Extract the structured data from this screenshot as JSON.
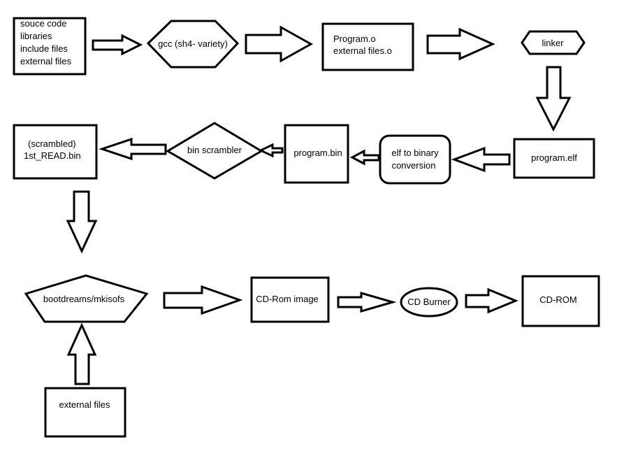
{
  "nodes": {
    "source": {
      "lines": [
        "souce code",
        "libraries",
        "include files",
        "external files"
      ]
    },
    "gcc": {
      "label": "gcc (sh4- variety)"
    },
    "objects": {
      "lines": [
        "Program.o",
        "external files.o"
      ]
    },
    "linker": {
      "label": "linker"
    },
    "program_elf": {
      "label": "program.elf"
    },
    "elf_to_binary": {
      "lines": [
        "elf to binary",
        "conversion"
      ]
    },
    "program_bin": {
      "label": "program.bin"
    },
    "bin_scrambler": {
      "label": "bin scrambler"
    },
    "first_read": {
      "lines": [
        "(scrambled)",
        "1st_READ.bin"
      ]
    },
    "bootdreams": {
      "label": "bootdreams/mkisofs"
    },
    "external_files": {
      "label": "external files"
    },
    "cd_image": {
      "label": "CD-Rom image"
    },
    "cd_burner": {
      "label": "CD Burner"
    },
    "cd_rom": {
      "label": "CD-ROM"
    }
  },
  "colors": {
    "stroke": "#000000",
    "fill": "#ffffff"
  }
}
